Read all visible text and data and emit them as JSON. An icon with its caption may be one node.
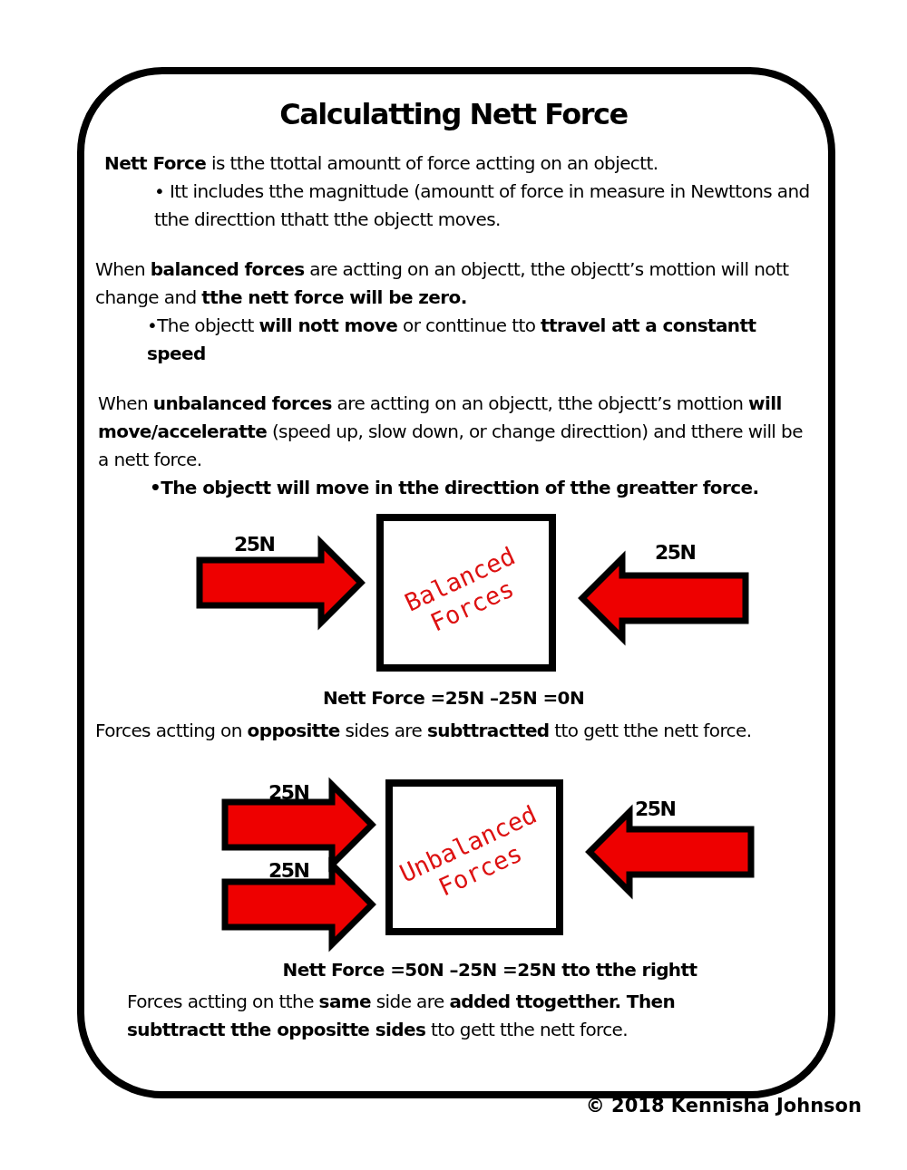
{
  "diagram": {
    "title": "Calculatting Nett Force",
    "nodes": [
      {
        "text": [
          "Balanced Forces"
        ]
      },
      {
        "text": [
          "Unbalanced Forces"
        ]
      }
    ],
    "labels": [
      "**Nett Force** is tthe ttottal amountt of force actting on an objectt.",
      "• Itt includes tthe magnittude (amountt of force in measure in Newttons and tthe directtion tthatt tthe objectt moves.",
      "When **balanced forces** are actting on an objectt, tthe objectt’s mottion will nott change and **tthe nett force will be zero.**",
      "•The objectt **will nott move** or conttinue tto **ttravel att a constantt speed**",
      "When **unbalanced forces** are actting on an objectt, tthe objectt’s mottion **will move/acceleratte** (speed up, slow down, or change directtion) and tthere will be a nett force.",
      "•The objectt will move in tthe directtion of tthe greatter force.",
      "25N",
      "25N",
      "Nett Force =25N –25N =0N",
      "Forces actting on **oppositte** sides are **subttractted** tto gett tthe nett force.",
      "25N",
      "25N",
      "25N",
      "Nett Force =50N –25N =25N tto tthe rightt",
      "Forces actting on tthe **same** side are **added ttogetther. Then subttractt tthe oppositte sides** tto gett tthe nett force.",
      "© 2018 Kennisha Johnson"
    ]
  }
}
